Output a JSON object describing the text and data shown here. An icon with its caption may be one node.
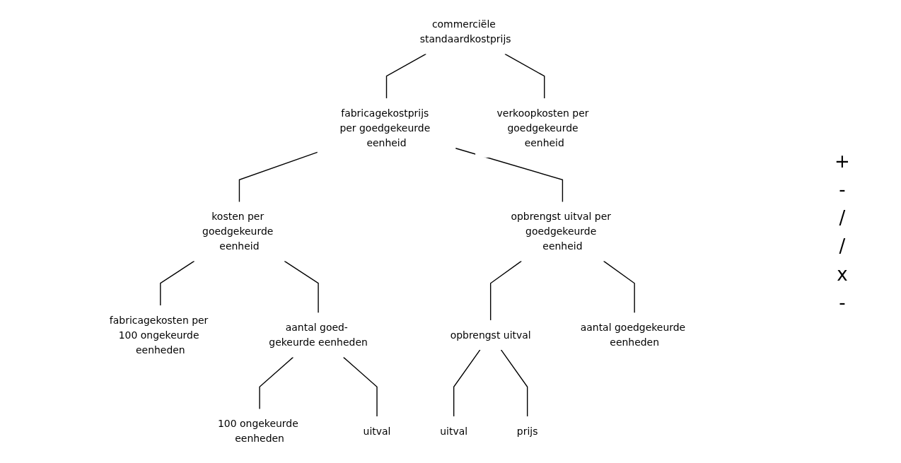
{
  "diagram": {
    "nodes": [
      {
        "text": [
          "commerciële standaardkostprijs"
        ]
      },
      {
        "text": [
          "fabricagekostprijs per goedgekeurde eenheid"
        ]
      },
      {
        "text": [
          "verkoopkosten per goedgekeurde eenheid"
        ]
      },
      {
        "text": [
          "kosten per goedgekeurde eenheid"
        ]
      },
      {
        "text": [
          "opbrengst uitval per goedgekeurde eenheid"
        ]
      },
      {
        "text": [
          "fabricagekosten per 100 ongekeurde eenheden"
        ]
      },
      {
        "text": [
          "aantal goed- gekeurde eenheden"
        ]
      },
      {
        "text": [
          "opbrengst uitval"
        ]
      },
      {
        "text": [
          "aantal goedgekeurde eenheden"
        ]
      },
      {
        "text": [
          "uitval"
        ]
      },
      {
        "text": [
          "prijs"
        ]
      },
      {
        "text": [
          "100 ongekeurde eenheden"
        ]
      },
      {
        "text": [
          "uitval"
        ]
      }
    ],
    "edges": [
      {
        "from": 0,
        "to": 1,
        "arrow": "none"
      },
      {
        "from": 0,
        "to": 2,
        "arrow": "none"
      },
      {
        "from": 1,
        "to": 3,
        "arrow": "none"
      },
      {
        "from": 1,
        "to": 4,
        "arrow": "none"
      },
      {
        "from": 3,
        "to": 5,
        "arrow": "none"
      },
      {
        "from": 3,
        "to": 6,
        "arrow": "none"
      },
      {
        "from": 4,
        "to": 7,
        "arrow": "none"
      },
      {
        "from": 4,
        "to": 8,
        "arrow": "none"
      },
      {
        "from": 7,
        "to": 9,
        "arrow": "none"
      },
      {
        "from": 7,
        "to": 10,
        "arrow": "none"
      },
      {
        "from": 6,
        "to": 11,
        "arrow": "none"
      },
      {
        "from": 6,
        "to": 12,
        "arrow": "none"
      }
    ],
    "labels": [
      "+",
      "-",
      "/",
      "/",
      "x",
      "-"
    ]
  }
}
